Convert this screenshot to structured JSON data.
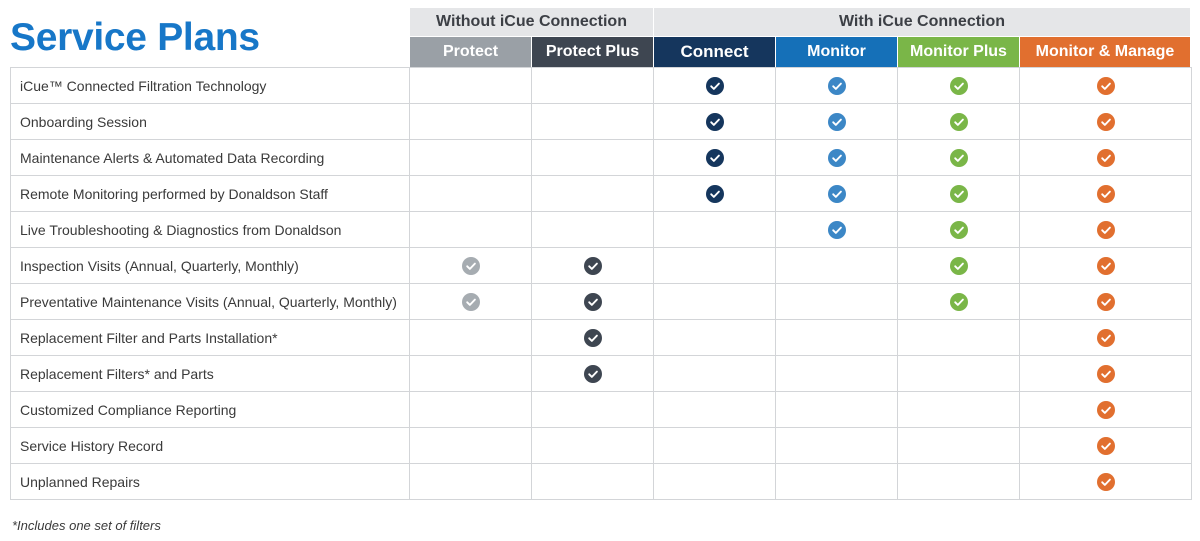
{
  "title": "Service Plans",
  "groups": {
    "without": "Without iCue Connection",
    "with": "With iCue Connection"
  },
  "plans": [
    {
      "key": "protect",
      "label": "Protect",
      "color": "#9aa0a6",
      "check_color": "#a6acb1"
    },
    {
      "key": "protect_plus",
      "label": "Protect Plus",
      "color": "#3e4651",
      "check_color": "#3e4651"
    },
    {
      "key": "connect",
      "label": "Connect",
      "color": "#15365d",
      "check_color": "#15365d"
    },
    {
      "key": "monitor",
      "label": "Monitor",
      "color": "#1570b8",
      "check_color": "#3c87c6"
    },
    {
      "key": "monitor_plus",
      "label": "Monitor Plus",
      "color": "#7ab648",
      "check_color": "#7ab648"
    },
    {
      "key": "monitor_manage",
      "label": "Monitor & Manage",
      "color": "#e16f2f",
      "check_color": "#e16f2f"
    }
  ],
  "features": [
    {
      "label": "iCue™ Connected Filtration Technology",
      "included": [
        false,
        false,
        true,
        true,
        true,
        true
      ]
    },
    {
      "label": "Onboarding Session",
      "included": [
        false,
        false,
        true,
        true,
        true,
        true
      ]
    },
    {
      "label": "Maintenance Alerts & Automated Data Recording",
      "included": [
        false,
        false,
        true,
        true,
        true,
        true
      ]
    },
    {
      "label": "Remote Monitoring performed by Donaldson Staff",
      "included": [
        false,
        false,
        true,
        true,
        true,
        true
      ]
    },
    {
      "label": "Live Troubleshooting & Diagnostics from Donaldson",
      "included": [
        false,
        false,
        false,
        true,
        true,
        true
      ]
    },
    {
      "label": "Inspection Visits (Annual, Quarterly, Monthly)",
      "included": [
        true,
        true,
        false,
        false,
        true,
        true
      ]
    },
    {
      "label": "Preventative Maintenance Visits (Annual, Quarterly, Monthly)",
      "included": [
        true,
        true,
        false,
        false,
        true,
        true
      ]
    },
    {
      "label": "Replacement Filter and Parts Installation*",
      "included": [
        false,
        true,
        false,
        false,
        false,
        true
      ]
    },
    {
      "label": "Replacement Filters* and Parts",
      "included": [
        false,
        true,
        false,
        false,
        false,
        true
      ]
    },
    {
      "label": "Customized Compliance Reporting",
      "included": [
        false,
        false,
        false,
        false,
        false,
        true
      ]
    },
    {
      "label": "Service History Record",
      "included": [
        false,
        false,
        false,
        false,
        false,
        true
      ]
    },
    {
      "label": "Unplanned Repairs",
      "included": [
        false,
        false,
        false,
        false,
        false,
        true
      ]
    }
  ],
  "footnote": "*Includes one set of filters"
}
